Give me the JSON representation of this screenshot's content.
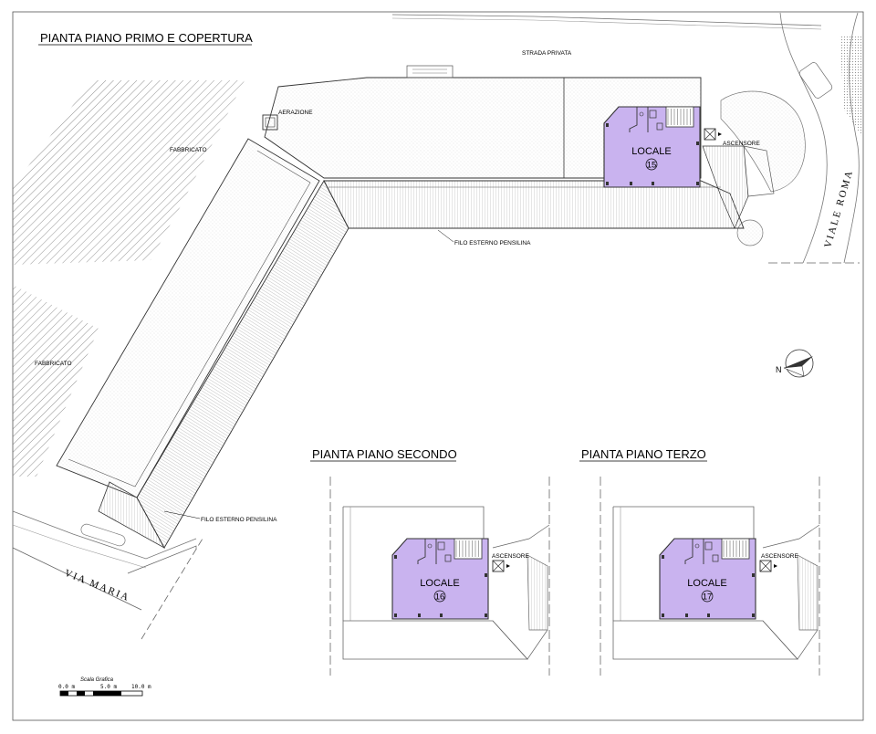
{
  "titles": {
    "first_floor": "PIANTA PIANO PRIMO E COPERTURA",
    "second_floor": "PIANTA PIANO SECONDO",
    "third_floor": "PIANTA PIANO TERZO"
  },
  "labels": {
    "strada": "STRADA PRIVATA",
    "aerazione": "AERAZIONE",
    "fabbricato_1": "FABBRICATO",
    "fabbricato_2": "FABBRICATO",
    "ascensore_1": "ASCENSORE",
    "ascensore_2": "ASCENSORE",
    "ascensore_3": "ASCENSORE",
    "filo_1": "FILO ESTERNO PENSILINA",
    "filo_2": "FILO ESTERNO PENSILINA",
    "viale": "VIALE ROMA",
    "via": "VIA MARIA"
  },
  "units": [
    {
      "name": "LOCALE",
      "number": "15"
    },
    {
      "name": "LOCALE",
      "number": "16"
    },
    {
      "name": "LOCALE",
      "number": "17"
    }
  ],
  "scale": {
    "title": "Scala Grafica",
    "m0": "0.0 m",
    "m5": "5.0 m",
    "m10": "10.0 m"
  },
  "colors": {
    "unit_fill": "#c9b3ef",
    "line": "#333333"
  }
}
